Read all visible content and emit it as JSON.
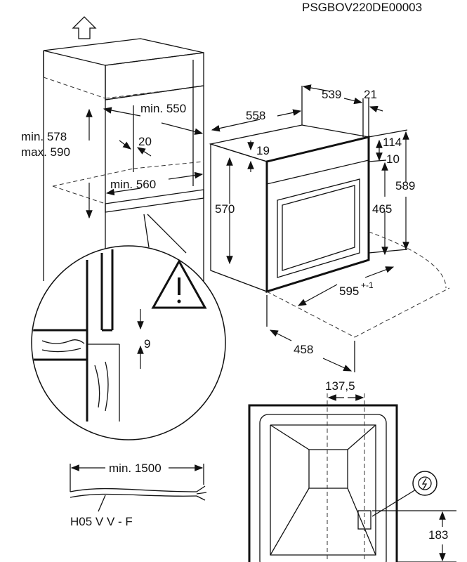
{
  "doc_code": "PSGBOV220DE00003",
  "cabinet": {
    "width_min": "min. 550",
    "height_min": "min. 578",
    "height_max": "max. 590",
    "gap": "20",
    "depth_min": "min. 560"
  },
  "oven": {
    "depth_total": "558",
    "depth_body": "539",
    "front_thickness": "21",
    "top_offset": "19",
    "panel_height": "114",
    "panel_gap": "10",
    "body_height": "570",
    "front_height": "589",
    "door_height": "465",
    "front_width": "595",
    "front_width_tolerance": "+-1",
    "door_open_depth": "458"
  },
  "detail": {
    "clearance": "9"
  },
  "back_view": {
    "offset_x": "137,5",
    "offset_y": "183"
  },
  "cable": {
    "length": "min. 1500",
    "type": "H05 V V - F"
  }
}
